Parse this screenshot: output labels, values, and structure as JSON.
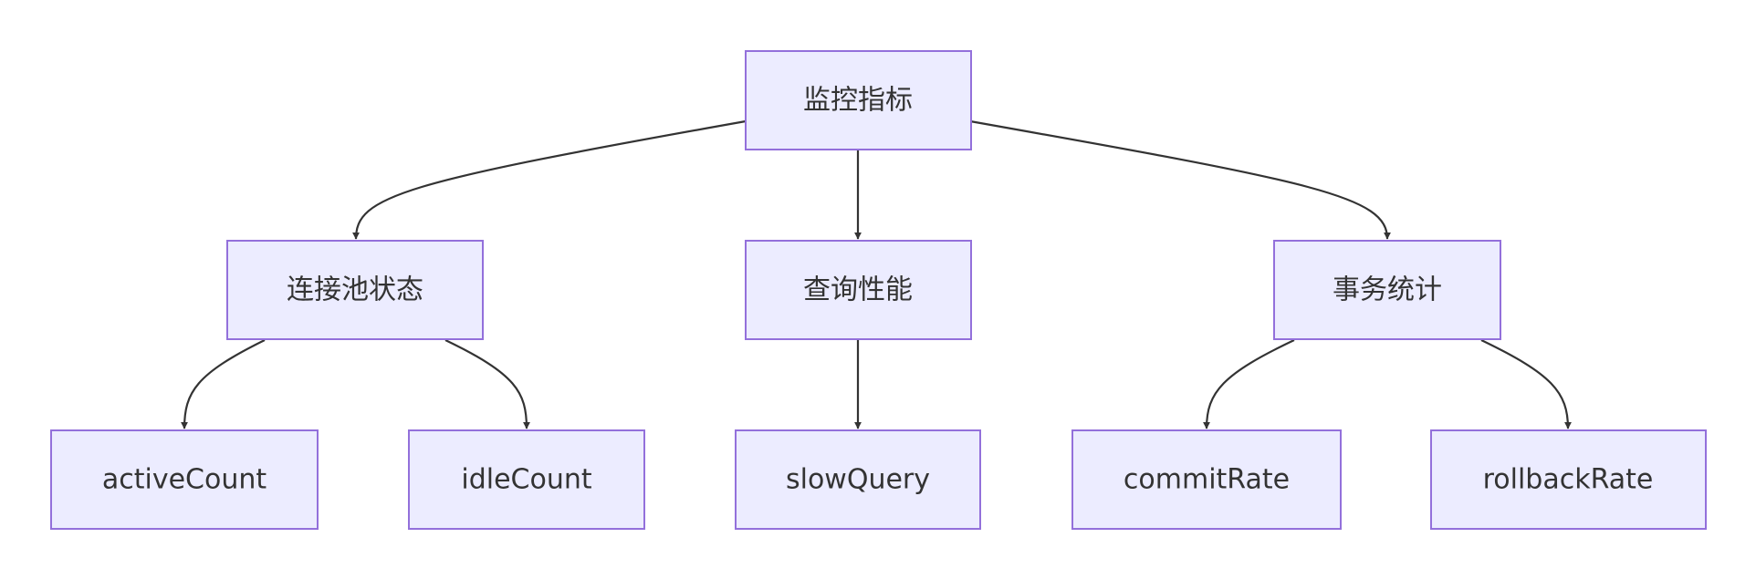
{
  "diagram": {
    "nodes": {
      "root": {
        "label": "监控指标"
      },
      "pool": {
        "label": "连接池状态"
      },
      "query": {
        "label": "查询性能"
      },
      "tx": {
        "label": "事务统计"
      },
      "active": {
        "label": "activeCount"
      },
      "idle": {
        "label": "idleCount"
      },
      "slow": {
        "label": "slowQuery"
      },
      "commit": {
        "label": "commitRate"
      },
      "rollback": {
        "label": "rollbackRate"
      }
    },
    "edges": [
      {
        "from": "root",
        "to": "pool"
      },
      {
        "from": "root",
        "to": "query"
      },
      {
        "from": "root",
        "to": "tx"
      },
      {
        "from": "pool",
        "to": "active"
      },
      {
        "from": "pool",
        "to": "idle"
      },
      {
        "from": "query",
        "to": "slow"
      },
      {
        "from": "tx",
        "to": "commit"
      },
      {
        "from": "tx",
        "to": "rollback"
      }
    ],
    "colors": {
      "node_fill": "#ececff",
      "node_border": "#9370db",
      "edge": "#333333",
      "text": "#333333"
    }
  }
}
